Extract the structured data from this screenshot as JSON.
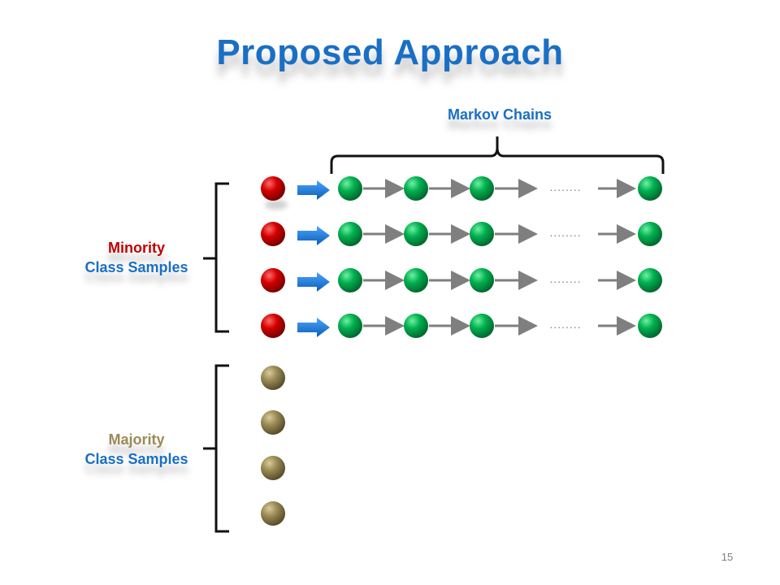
{
  "title": "Proposed Approach",
  "markov_label": "Markov Chains",
  "minority": {
    "line1": "Minority",
    "line2": "Class Samples"
  },
  "majority": {
    "line1": "Majority",
    "line2": "Class Samples"
  },
  "ellipsis": "........",
  "page_number": "15",
  "colors": {
    "title": "#1a6fc4",
    "minority_node": "#c00000",
    "markov_node": "#00b050",
    "majority_node": "#9a8a55",
    "arrow_blue": "#1f77d0",
    "arrow_gray": "#7f7f7f"
  }
}
